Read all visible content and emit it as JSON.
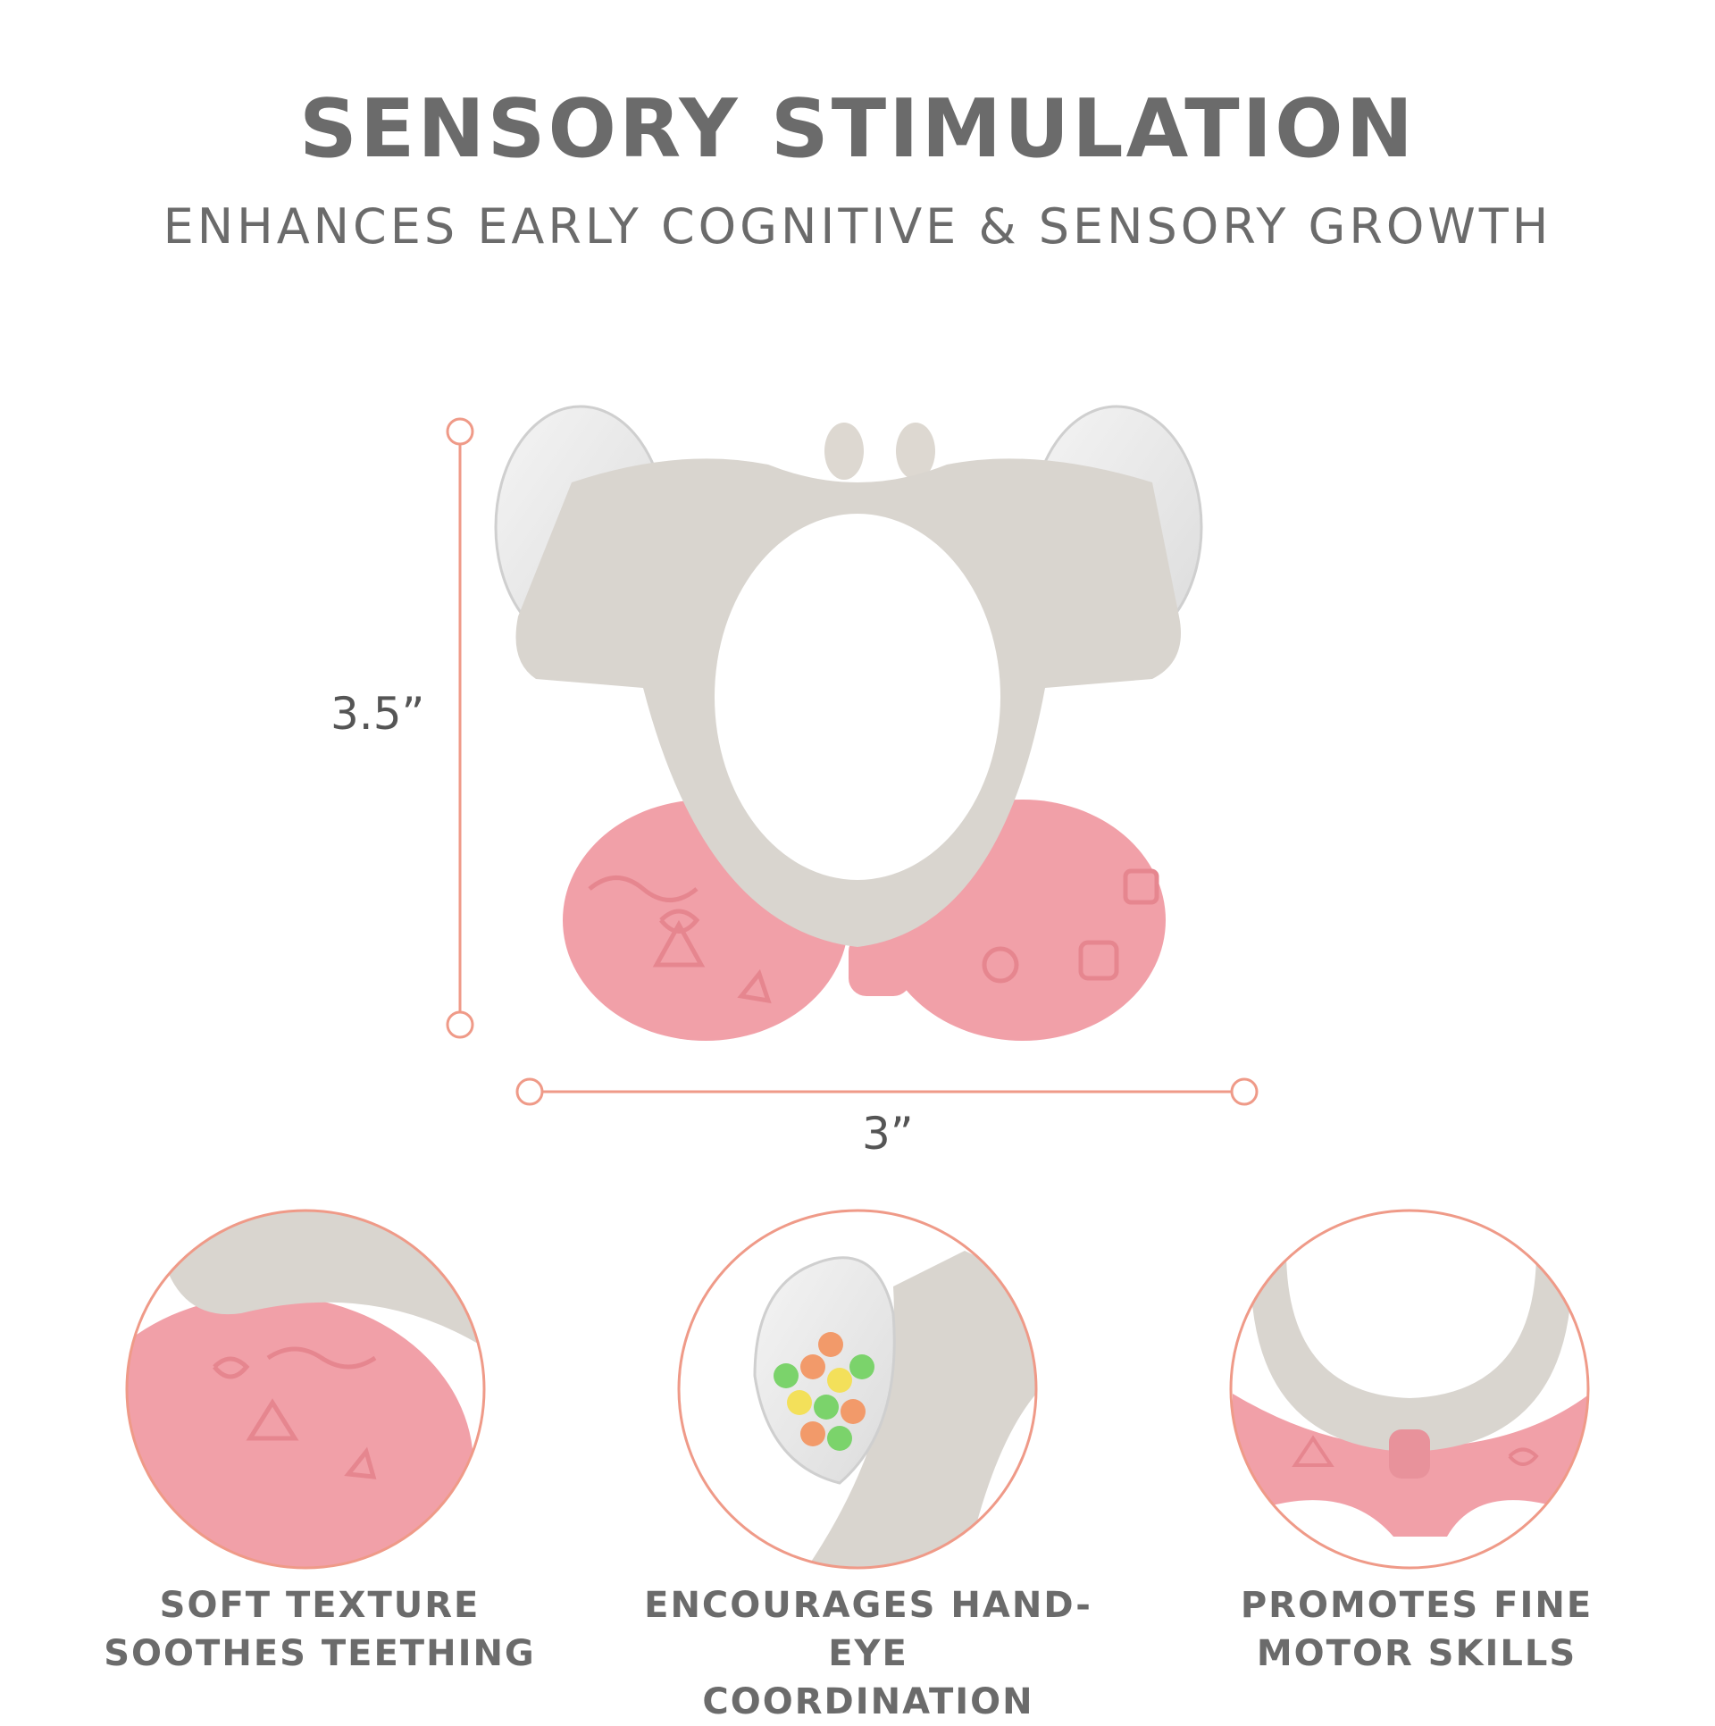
{
  "header": {
    "title": "SENSORY STIMULATION",
    "subtitle": "ENHANCES EARLY COGNITIVE & SENSORY GROWTH"
  },
  "dimensions": {
    "height_label": "3.5”",
    "width_label": "3”"
  },
  "features": [
    {
      "caption_line1": "SOFT TEXTURE",
      "caption_line2": "SOOTHES TEETHING"
    },
    {
      "caption_line1": "ENCOURAGES HAND-EYE",
      "caption_line2": "COORDINATION"
    },
    {
      "caption_line1": "PROMOTES FINE",
      "caption_line2": "MOTOR SKILLS"
    }
  ],
  "colors": {
    "text": "#6b6b6b",
    "accent": "#ef9a88",
    "toy_body": "#d9d5cf",
    "toy_pink": "#f1a0a8"
  }
}
